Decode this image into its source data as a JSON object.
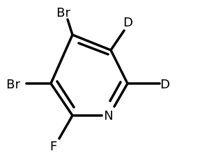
{
  "molecule": {
    "atoms": {
      "br_top": "Br",
      "br_left": "Br",
      "d_top": "D",
      "d_right": "D",
      "n": "N",
      "f": "F"
    }
  },
  "colors": {
    "bond": "#000000",
    "text": "#000000",
    "background": "#ffffff"
  }
}
